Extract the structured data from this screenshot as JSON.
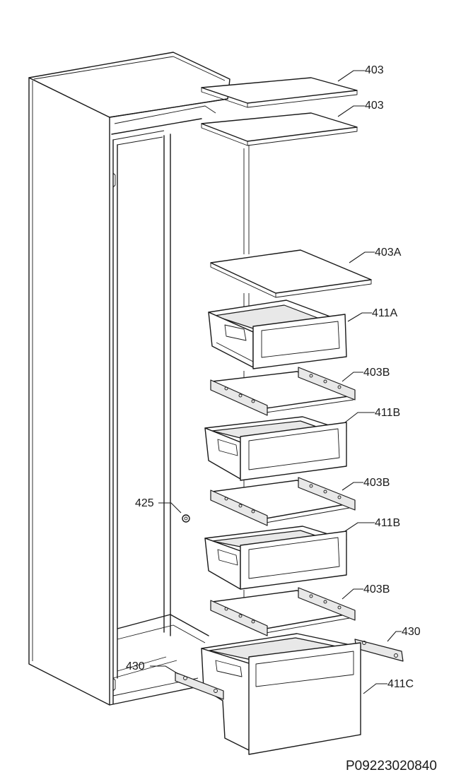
{
  "diagram_code": "P09223020840",
  "labels": {
    "shelf_top_1": "403",
    "shelf_top_2": "403",
    "shelf_403A": "403A",
    "drawer_411A": "411A",
    "shelf_403B_1": "403B",
    "drawer_411B_1": "411B",
    "shelf_403B_2": "403B",
    "drawer_411B_2": "411B",
    "shelf_403B_3": "403B",
    "rail_430_right": "430",
    "rail_430_left": "430",
    "drawer_411C": "411C",
    "knob_425": "425"
  }
}
